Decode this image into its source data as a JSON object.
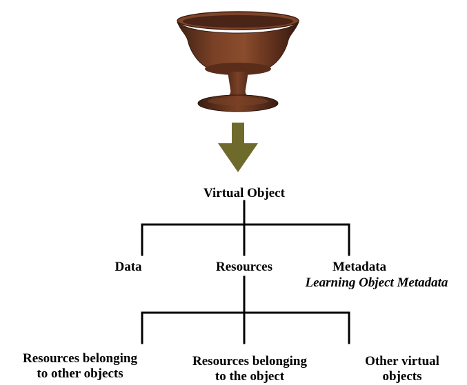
{
  "root": {
    "label": "Virtual Object"
  },
  "level1": [
    {
      "label": "Data"
    },
    {
      "label": "Resources"
    },
    {
      "label": "Metadata",
      "sublabel": "Learning Object Metadata"
    }
  ],
  "level2": [
    {
      "line1": "Resources belonging",
      "line2": "to other objects"
    },
    {
      "line1": "Resources belonging",
      "line2": "to the object"
    },
    {
      "line1": "Other virtual",
      "line2": "objects"
    }
  ],
  "colors": {
    "arrow": "#6e6a2c",
    "lines": "#000000",
    "vessel_body": "#6a3520",
    "vessel_rim": "#86462a",
    "vessel_shadow": "#3c1e12"
  },
  "image": {
    "subject": "ceramic pedestal bowl (footed cup)"
  }
}
